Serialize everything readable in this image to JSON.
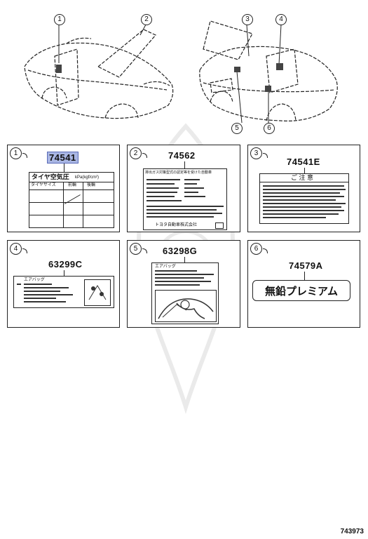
{
  "callouts": [
    "1",
    "2",
    "3",
    "4",
    "5",
    "6"
  ],
  "panels": [
    {
      "num": "1",
      "part_number": "74541",
      "highlighted": true,
      "label_title": "タイヤ空気圧",
      "label_title_small": "kPa(kgf/cm²)",
      "col_1": "タイヤサイズ",
      "col_2": "前輪",
      "col_3": "後輪"
    },
    {
      "num": "2",
      "part_number": "74562",
      "label_header": "排出ガス対策型式の認定等を受けた自動車",
      "label_footer": "トヨタ自動車株式会社"
    },
    {
      "num": "3",
      "part_number": "74541E",
      "label_header": "ご 注 意"
    },
    {
      "num": "4",
      "part_number": "63299C",
      "label_header": "エアバッグ"
    },
    {
      "num": "5",
      "part_number": "63298G",
      "label_header": "エアバッグ"
    },
    {
      "num": "6",
      "part_number": "74579A",
      "label_text": "無鉛プレミアム"
    }
  ],
  "diagram_code": "743973",
  "colors": {
    "highlight": "#a9b6e3",
    "line": "#222222"
  }
}
